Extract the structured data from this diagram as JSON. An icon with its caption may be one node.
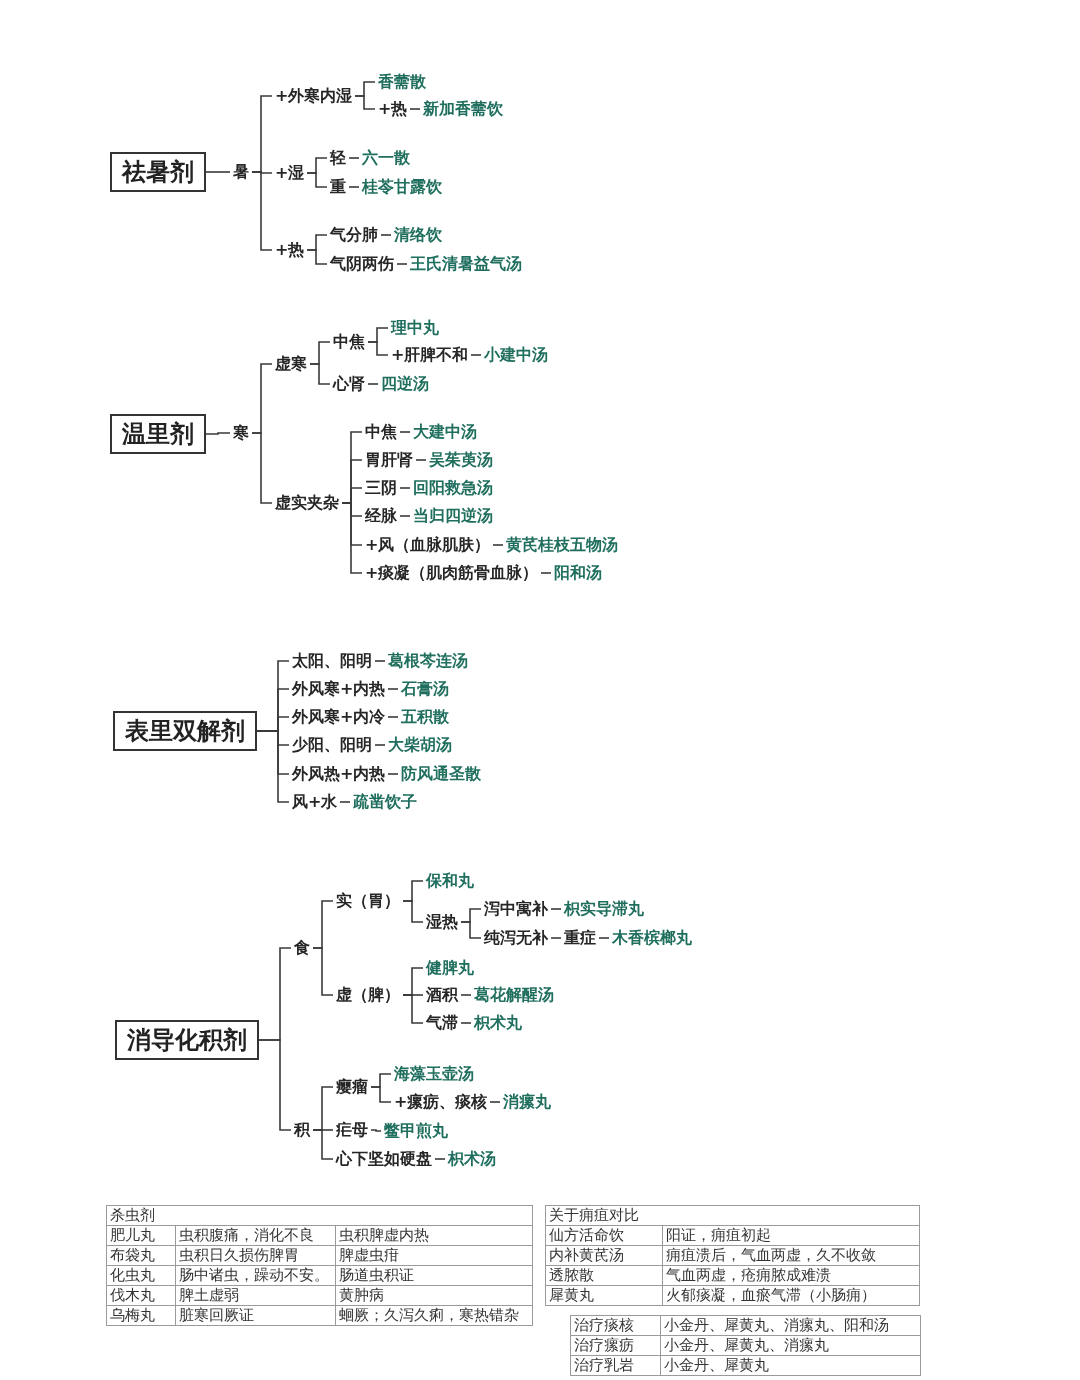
{
  "diagram": {
    "nodes": [
      {
        "text": [
          "祛暑剂"
        ]
      },
      {
        "text": [
          "暑"
        ]
      },
      {
        "text": [
          "+外寒内湿"
        ]
      },
      {
        "text": [
          "香薷散"
        ]
      },
      {
        "text": [
          "+热"
        ]
      },
      {
        "text": [
          "新加香薷饮"
        ]
      },
      {
        "text": [
          "+湿"
        ]
      },
      {
        "text": [
          "轻"
        ]
      },
      {
        "text": [
          "六一散"
        ]
      },
      {
        "text": [
          "重"
        ]
      },
      {
        "text": [
          "桂苓甘露饮"
        ]
      },
      {
        "text": [
          "+热"
        ]
      },
      {
        "text": [
          "气分肺"
        ]
      },
      {
        "text": [
          "清络饮"
        ]
      },
      {
        "text": [
          "气阴两伤"
        ]
      },
      {
        "text": [
          "王氏清暑益气汤"
        ]
      },
      {
        "text": [
          "温里剂"
        ]
      },
      {
        "text": [
          "寒"
        ]
      },
      {
        "text": [
          "虚寒"
        ]
      },
      {
        "text": [
          "中焦"
        ]
      },
      {
        "text": [
          "理中丸"
        ]
      },
      {
        "text": [
          "+肝脾不和"
        ]
      },
      {
        "text": [
          "小建中汤"
        ]
      },
      {
        "text": [
          "心肾"
        ]
      },
      {
        "text": [
          "四逆汤"
        ]
      },
      {
        "text": [
          "虚实夹杂"
        ]
      },
      {
        "text": [
          "中焦"
        ]
      },
      {
        "text": [
          "大建中汤"
        ]
      },
      {
        "text": [
          "胃肝肾"
        ]
      },
      {
        "text": [
          "吴茱萸汤"
        ]
      },
      {
        "text": [
          "三阴"
        ]
      },
      {
        "text": [
          "回阳救急汤"
        ]
      },
      {
        "text": [
          "经脉"
        ]
      },
      {
        "text": [
          "当归四逆汤"
        ]
      },
      {
        "text": [
          "+风（血脉肌肤）"
        ]
      },
      {
        "text": [
          "黄芪桂枝五物汤"
        ]
      },
      {
        "text": [
          "+痰凝（肌肉筋骨血脉）"
        ]
      },
      {
        "text": [
          "阳和汤"
        ]
      },
      {
        "text": [
          "表里双解剂"
        ]
      },
      {
        "text": [
          "太阳、阳明"
        ]
      },
      {
        "text": [
          "葛根芩连汤"
        ]
      },
      {
        "text": [
          "外风寒+内热"
        ]
      },
      {
        "text": [
          "石膏汤"
        ]
      },
      {
        "text": [
          "外风寒+内冷"
        ]
      },
      {
        "text": [
          "五积散"
        ]
      },
      {
        "text": [
          "少阳、阳明"
        ]
      },
      {
        "text": [
          "大柴胡汤"
        ]
      },
      {
        "text": [
          "外风热+内热"
        ]
      },
      {
        "text": [
          "防风通圣散"
        ]
      },
      {
        "text": [
          "风+水"
        ]
      },
      {
        "text": [
          "疏凿饮子"
        ]
      },
      {
        "text": [
          "消导化积剂"
        ]
      },
      {
        "text": [
          "食"
        ]
      },
      {
        "text": [
          "实（胃）"
        ]
      },
      {
        "text": [
          "保和丸"
        ]
      },
      {
        "text": [
          "湿热"
        ]
      },
      {
        "text": [
          "泻中寓补"
        ]
      },
      {
        "text": [
          "枳实导滞丸"
        ]
      },
      {
        "text": [
          "纯泻无补"
        ]
      },
      {
        "text": [
          "重症"
        ]
      },
      {
        "text": [
          "木香槟榔丸"
        ]
      },
      {
        "text": [
          "虚（脾）"
        ]
      },
      {
        "text": [
          "健脾丸"
        ]
      },
      {
        "text": [
          "酒积"
        ]
      },
      {
        "text": [
          "葛花解醒汤"
        ]
      },
      {
        "text": [
          "气滞"
        ]
      },
      {
        "text": [
          "枳术丸"
        ]
      },
      {
        "text": [
          "积"
        ]
      },
      {
        "text": [
          "瘿瘤"
        ]
      },
      {
        "text": [
          "海藻玉壶汤"
        ]
      },
      {
        "text": [
          "+瘰疬、痰核"
        ]
      },
      {
        "text": [
          "消瘰丸"
        ]
      },
      {
        "text": [
          "疟母"
        ]
      },
      {
        "text": [
          "鳖甲煎丸"
        ]
      },
      {
        "text": [
          "心下坚如硬盘"
        ]
      },
      {
        "text": [
          "枳术汤"
        ]
      }
    ],
    "edges": [
      {
        "from": 0,
        "to": 1,
        "arrow": "none"
      },
      {
        "from": 1,
        "to": 2,
        "arrow": "none"
      },
      {
        "from": 1,
        "to": 6,
        "arrow": "none"
      },
      {
        "from": 1,
        "to": 11,
        "arrow": "none"
      },
      {
        "from": 2,
        "to": 3,
        "arrow": "none"
      },
      {
        "from": 2,
        "to": 4,
        "arrow": "none"
      },
      {
        "from": 4,
        "to": 5,
        "arrow": "none"
      },
      {
        "from": 6,
        "to": 7,
        "arrow": "none"
      },
      {
        "from": 7,
        "to": 8,
        "arrow": "none"
      },
      {
        "from": 6,
        "to": 9,
        "arrow": "none"
      },
      {
        "from": 9,
        "to": 10,
        "arrow": "none"
      },
      {
        "from": 11,
        "to": 12,
        "arrow": "none"
      },
      {
        "from": 12,
        "to": 13,
        "arrow": "none"
      },
      {
        "from": 11,
        "to": 14,
        "arrow": "none"
      },
      {
        "from": 14,
        "to": 15,
        "arrow": "none"
      },
      {
        "from": 16,
        "to": 17,
        "arrow": "none"
      },
      {
        "from": 17,
        "to": 18,
        "arrow": "none"
      },
      {
        "from": 17,
        "to": 25,
        "arrow": "none"
      },
      {
        "from": 18,
        "to": 19,
        "arrow": "none"
      },
      {
        "from": 19,
        "to": 20,
        "arrow": "none"
      },
      {
        "from": 19,
        "to": 21,
        "arrow": "none"
      },
      {
        "from": 21,
        "to": 22,
        "arrow": "none"
      },
      {
        "from": 18,
        "to": 23,
        "arrow": "none"
      },
      {
        "from": 23,
        "to": 24,
        "arrow": "none"
      },
      {
        "from": 25,
        "to": 26,
        "arrow": "none"
      },
      {
        "from": 26,
        "to": 27,
        "arrow": "none"
      },
      {
        "from": 25,
        "to": 28,
        "arrow": "none"
      },
      {
        "from": 28,
        "to": 29,
        "arrow": "none"
      },
      {
        "from": 25,
        "to": 30,
        "arrow": "none"
      },
      {
        "from": 30,
        "to": 31,
        "arrow": "none"
      },
      {
        "from": 25,
        "to": 32,
        "arrow": "none"
      },
      {
        "from": 32,
        "to": 33,
        "arrow": "none"
      },
      {
        "from": 25,
        "to": 34,
        "arrow": "none"
      },
      {
        "from": 34,
        "to": 35,
        "arrow": "none"
      },
      {
        "from": 25,
        "to": 36,
        "arrow": "none"
      },
      {
        "from": 36,
        "to": 37,
        "arrow": "none"
      },
      {
        "from": 38,
        "to": 39,
        "arrow": "none"
      },
      {
        "from": 39,
        "to": 40,
        "arrow": "none"
      },
      {
        "from": 38,
        "to": 41,
        "arrow": "none"
      },
      {
        "from": 41,
        "to": 42,
        "arrow": "none"
      },
      {
        "from": 38,
        "to": 43,
        "arrow": "none"
      },
      {
        "from": 43,
        "to": 44,
        "arrow": "none"
      },
      {
        "from": 38,
        "to": 45,
        "arrow": "none"
      },
      {
        "from": 45,
        "to": 46,
        "arrow": "none"
      },
      {
        "from": 38,
        "to": 47,
        "arrow": "none"
      },
      {
        "from": 47,
        "to": 48,
        "arrow": "none"
      },
      {
        "from": 38,
        "to": 49,
        "arrow": "none"
      },
      {
        "from": 49,
        "to": 50,
        "arrow": "none"
      },
      {
        "from": 51,
        "to": 52,
        "arrow": "none"
      },
      {
        "from": 51,
        "to": 67,
        "arrow": "none"
      },
      {
        "from": 52,
        "to": 53,
        "arrow": "none"
      },
      {
        "from": 52,
        "to": 61,
        "arrow": "none"
      },
      {
        "from": 53,
        "to": 54,
        "arrow": "none"
      },
      {
        "from": 53,
        "to": 55,
        "arrow": "none"
      },
      {
        "from": 55,
        "to": 56,
        "arrow": "none"
      },
      {
        "from": 56,
        "to": 57,
        "arrow": "none"
      },
      {
        "from": 55,
        "to": 58,
        "arrow": "none"
      },
      {
        "from": 58,
        "to": 59,
        "arrow": "none"
      },
      {
        "from": 59,
        "to": 60,
        "arrow": "none"
      },
      {
        "from": 61,
        "to": 62,
        "arrow": "none"
      },
      {
        "from": 61,
        "to": 63,
        "arrow": "none"
      },
      {
        "from": 63,
        "to": 64,
        "arrow": "none"
      },
      {
        "from": 61,
        "to": 65,
        "arrow": "none"
      },
      {
        "from": 65,
        "to": 66,
        "arrow": "none"
      },
      {
        "from": 67,
        "to": 68,
        "arrow": "none"
      },
      {
        "from": 67,
        "to": 72,
        "arrow": "none"
      },
      {
        "from": 67,
        "to": 74,
        "arrow": "none"
      },
      {
        "from": 68,
        "to": 69,
        "arrow": "none"
      },
      {
        "from": 68,
        "to": 70,
        "arrow": "none"
      },
      {
        "from": 70,
        "to": 71,
        "arrow": "none"
      },
      {
        "from": 72,
        "to": 73,
        "arrow": "none"
      },
      {
        "from": 74,
        "to": 75,
        "arrow": "none"
      }
    ],
    "labels": [
      "杀虫剂",
      "肥儿丸",
      "虫积腹痛，消化不良",
      "虫积脾虚内热",
      "布袋丸",
      "虫积日久损伤脾胃",
      "脾虚虫疳",
      "化虫丸",
      "肠中诸虫，躁动不安。",
      "肠道虫积证",
      "伐木丸",
      "脾土虚弱",
      "黄肿病",
      "乌梅丸",
      "脏寒回厥证",
      "蛔厥；久泻久痢，寒热错杂",
      "关于痈疽对比",
      "仙方活命饮",
      "阳证，痈疽初起",
      "内补黄芪汤",
      "痈疽溃后，气血两虚，久不收敛",
      "透脓散",
      "气血两虚，疮痈脓成难溃",
      "犀黄丸",
      "火郁痰凝，血瘀气滞（小肠痈）",
      "治疗痰核",
      "小金丹、犀黄丸、消瘰丸、阳和汤",
      "治疗瘰疬",
      "小金丹、犀黄丸、消瘰丸",
      "治疗乳岩",
      "小金丹、犀黄丸"
    ]
  }
}
